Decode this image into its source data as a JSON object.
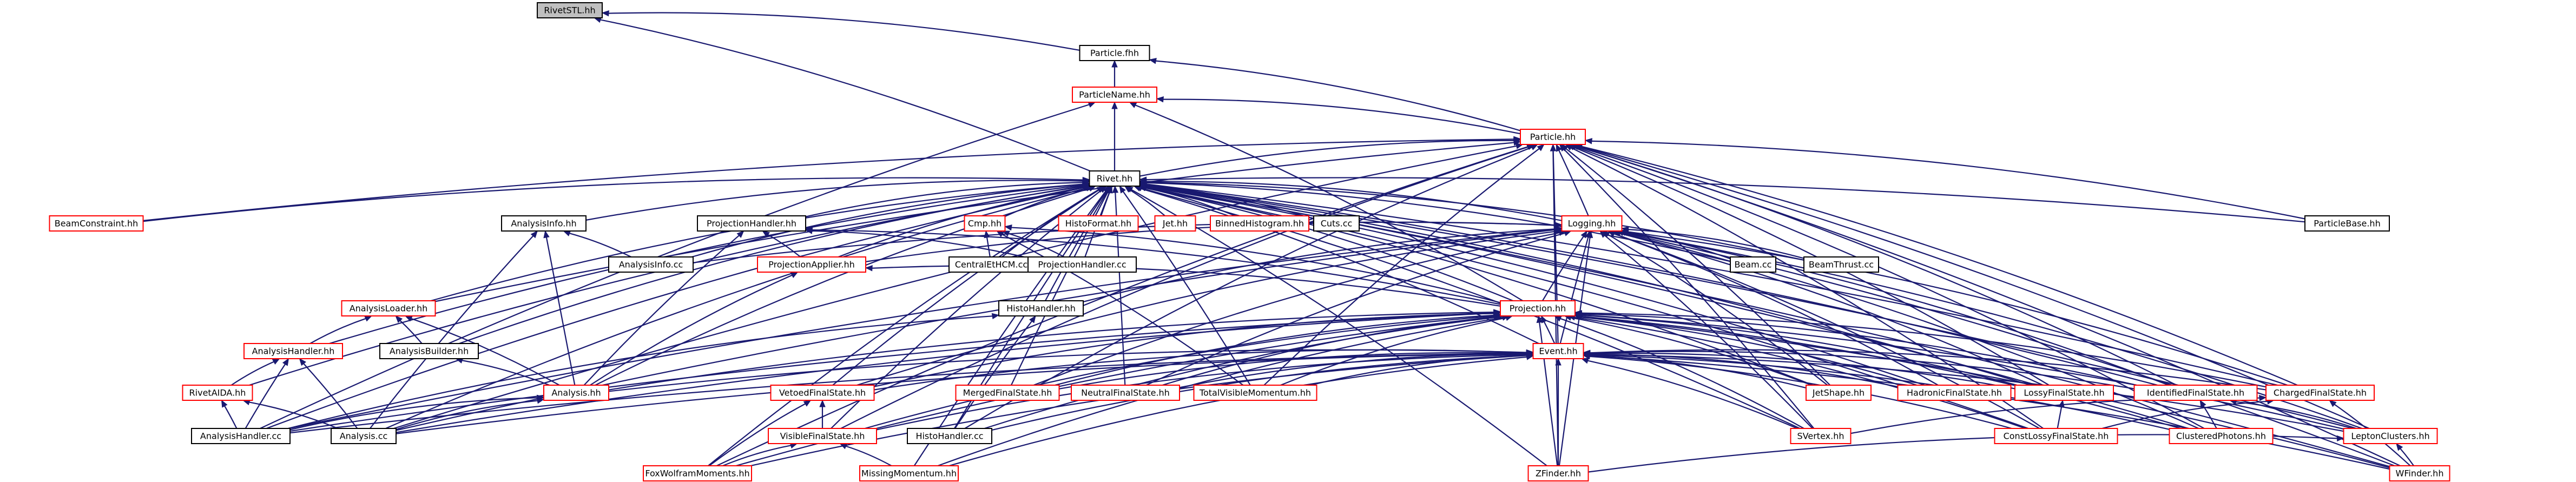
{
  "diagram": {
    "nodes": [
      {
        "id": "RivetSTL",
        "label": "RivetSTL.hh",
        "style": "grey"
      },
      {
        "id": "Particle_fhh",
        "label": "Particle.fhh",
        "style": "black"
      },
      {
        "id": "ParticleName",
        "label": "ParticleName.hh",
        "style": "red"
      },
      {
        "id": "Particle",
        "label": "Particle.hh",
        "style": "red"
      },
      {
        "id": "Rivet",
        "label": "Rivet.hh",
        "style": "black"
      },
      {
        "id": "BeamConstraint",
        "label": "BeamConstraint.hh",
        "style": "red"
      },
      {
        "id": "AnalysisInfo_hh",
        "label": "AnalysisInfo.hh",
        "style": "black"
      },
      {
        "id": "ProjectionHandler",
        "label": "ProjectionHandler.hh",
        "style": "black"
      },
      {
        "id": "Cmp",
        "label": "Cmp.hh",
        "style": "red"
      },
      {
        "id": "HistoFormat",
        "label": "HistoFormat.hh",
        "style": "red"
      },
      {
        "id": "Jet",
        "label": "Jet.hh",
        "style": "red"
      },
      {
        "id": "BinnedHistogram",
        "label": "BinnedHistogram.hh",
        "style": "red"
      },
      {
        "id": "Cuts",
        "label": "Cuts.cc",
        "style": "black"
      },
      {
        "id": "Logging",
        "label": "Logging.hh",
        "style": "red"
      },
      {
        "id": "ParticleBase",
        "label": "ParticleBase.hh",
        "style": "black"
      },
      {
        "id": "AnalysisInfo_cc",
        "label": "AnalysisInfo.cc",
        "style": "black"
      },
      {
        "id": "ProjectionApplier",
        "label": "ProjectionApplier.hh",
        "style": "red"
      },
      {
        "id": "CentralEtHCM",
        "label": "CentralEtHCM.cc",
        "style": "black"
      },
      {
        "id": "ProjectionHandler_cc",
        "label": "ProjectionHandler.cc",
        "style": "black"
      },
      {
        "id": "Beam",
        "label": "Beam.cc",
        "style": "black"
      },
      {
        "id": "BeamThrust",
        "label": "BeamThrust.cc",
        "style": "black"
      },
      {
        "id": "AnalysisLoader",
        "label": "AnalysisLoader.hh",
        "style": "red"
      },
      {
        "id": "HistoHandler_hh",
        "label": "HistoHandler.hh",
        "style": "black"
      },
      {
        "id": "Projection",
        "label": "Projection.hh",
        "style": "red"
      },
      {
        "id": "AnalysisHandler_hh",
        "label": "AnalysisHandler.hh",
        "style": "red"
      },
      {
        "id": "AnalysisBuilder",
        "label": "AnalysisBuilder.hh",
        "style": "black"
      },
      {
        "id": "Event",
        "label": "Event.hh",
        "style": "red"
      },
      {
        "id": "RivetAIDA",
        "label": "RivetAIDA.hh",
        "style": "red"
      },
      {
        "id": "Analysis_hh",
        "label": "Analysis.hh",
        "style": "red"
      },
      {
        "id": "VetoedFinalState",
        "label": "VetoedFinalState.hh",
        "style": "red"
      },
      {
        "id": "MergedFinalState",
        "label": "MergedFinalState.hh",
        "style": "red"
      },
      {
        "id": "NeutralFinalState",
        "label": "NeutralFinalState.hh",
        "style": "red"
      },
      {
        "id": "TotalVisibleMomentum",
        "label": "TotalVisibleMomentum.hh",
        "style": "red"
      },
      {
        "id": "JetShape",
        "label": "JetShape.hh",
        "style": "red"
      },
      {
        "id": "HadronicFinalState",
        "label": "HadronicFinalState.hh",
        "style": "red"
      },
      {
        "id": "LossyFinalState",
        "label": "LossyFinalState.hh",
        "style": "red"
      },
      {
        "id": "IdentifiedFinalState",
        "label": "IdentifiedFinalState.hh",
        "style": "red"
      },
      {
        "id": "ChargedFinalState",
        "label": "ChargedFinalState.hh",
        "style": "red"
      },
      {
        "id": "AnalysisHandler_cc",
        "label": "AnalysisHandler.cc",
        "style": "black"
      },
      {
        "id": "Analysis_cc",
        "label": "Analysis.cc",
        "style": "black"
      },
      {
        "id": "VisibleFinalState",
        "label": "VisibleFinalState.hh",
        "style": "red"
      },
      {
        "id": "HistoHandler_cc",
        "label": "HistoHandler.cc",
        "style": "black"
      },
      {
        "id": "SVertex",
        "label": "SVertex.hh",
        "style": "red"
      },
      {
        "id": "ConstLossyFinalState",
        "label": "ConstLossyFinalState.hh",
        "style": "red"
      },
      {
        "id": "ClusteredPhotons",
        "label": "ClusteredPhotons.hh",
        "style": "red"
      },
      {
        "id": "LeptonClusters",
        "label": "LeptonClusters.hh",
        "style": "red"
      },
      {
        "id": "FoxWolframMoments",
        "label": "FoxWolframMoments.hh",
        "style": "red"
      },
      {
        "id": "MissingMomentum",
        "label": "MissingMomentum.hh",
        "style": "red"
      },
      {
        "id": "ZFinder",
        "label": "ZFinder.hh",
        "style": "red"
      },
      {
        "id": "WFinder",
        "label": "WFinder.hh",
        "style": "red"
      }
    ],
    "edges": [
      [
        "Rivet",
        "RivetSTL"
      ],
      [
        "Particle_fhh",
        "RivetSTL"
      ],
      [
        "ParticleName",
        "Particle_fhh"
      ],
      [
        "Particle",
        "Particle_fhh"
      ],
      [
        "Particle",
        "ParticleName"
      ],
      [
        "Rivet",
        "ParticleName"
      ],
      [
        "Projection",
        "ParticleName"
      ],
      [
        "AnalysisHandler_cc",
        "ParticleName"
      ],
      [
        "Rivet",
        "Particle"
      ],
      [
        "BeamConstraint",
        "Particle"
      ],
      [
        "Logging",
        "Particle"
      ],
      [
        "ParticleBase",
        "Particle"
      ],
      [
        "Event",
        "Particle"
      ],
      [
        "Analysis_cc",
        "Particle"
      ],
      [
        "HistoHandler_cc",
        "Particle"
      ],
      [
        "FoxWolframMoments",
        "Particle"
      ],
      [
        "ZFinder",
        "Particle"
      ],
      [
        "WFinder",
        "Particle"
      ],
      [
        "LeptonClusters",
        "Particle"
      ],
      [
        "ClusteredPhotons",
        "Particle"
      ],
      [
        "ConstLossyFinalState",
        "Particle"
      ],
      [
        "SVertex",
        "Particle"
      ],
      [
        "ChargedFinalState",
        "Particle"
      ],
      [
        "IdentifiedFinalState",
        "Particle"
      ],
      [
        "LossyFinalState",
        "Particle"
      ],
      [
        "JetShape",
        "Particle"
      ],
      [
        "TotalVisibleMomentum",
        "Particle"
      ],
      [
        "VisibleFinalState",
        "Particle"
      ],
      [
        "AnalysisLoader",
        "Particle"
      ],
      [
        "BeamConstraint",
        "Rivet"
      ],
      [
        "AnalysisInfo_hh",
        "Rivet"
      ],
      [
        "ProjectionHandler",
        "Rivet"
      ],
      [
        "Cmp",
        "Rivet"
      ],
      [
        "HistoFormat",
        "Rivet"
      ],
      [
        "Jet",
        "Rivet"
      ],
      [
        "BinnedHistogram",
        "Rivet"
      ],
      [
        "Cuts",
        "Rivet"
      ],
      [
        "Logging",
        "Rivet"
      ],
      [
        "ParticleBase",
        "Rivet"
      ],
      [
        "AnalysisInfo_cc",
        "Rivet"
      ],
      [
        "ProjectionApplier",
        "Rivet"
      ],
      [
        "CentralEtHCM",
        "Rivet"
      ],
      [
        "ProjectionHandler_cc",
        "Rivet"
      ],
      [
        "Beam",
        "Rivet"
      ],
      [
        "BeamThrust",
        "Rivet"
      ],
      [
        "AnalysisLoader",
        "Rivet"
      ],
      [
        "HistoHandler_hh",
        "Rivet"
      ],
      [
        "Projection",
        "Rivet"
      ],
      [
        "AnalysisHandler_hh",
        "Rivet"
      ],
      [
        "AnalysisBuilder",
        "Rivet"
      ],
      [
        "Event",
        "Rivet"
      ],
      [
        "RivetAIDA",
        "Rivet"
      ],
      [
        "Analysis_hh",
        "Rivet"
      ],
      [
        "VetoedFinalState",
        "Rivet"
      ],
      [
        "MergedFinalState",
        "Rivet"
      ],
      [
        "NeutralFinalState",
        "Rivet"
      ],
      [
        "TotalVisibleMomentum",
        "Rivet"
      ],
      [
        "JetShape",
        "Rivet"
      ],
      [
        "HadronicFinalState",
        "Rivet"
      ],
      [
        "LossyFinalState",
        "Rivet"
      ],
      [
        "IdentifiedFinalState",
        "Rivet"
      ],
      [
        "ChargedFinalState",
        "Rivet"
      ],
      [
        "AnalysisHandler_cc",
        "Rivet"
      ],
      [
        "Analysis_cc",
        "Rivet"
      ],
      [
        "VisibleFinalState",
        "Rivet"
      ],
      [
        "HistoHandler_cc",
        "Rivet"
      ],
      [
        "SVertex",
        "Rivet"
      ],
      [
        "ConstLossyFinalState",
        "Rivet"
      ],
      [
        "ClusteredPhotons",
        "Rivet"
      ],
      [
        "LeptonClusters",
        "Rivet"
      ],
      [
        "FoxWolframMoments",
        "Rivet"
      ],
      [
        "MissingMomentum",
        "Rivet"
      ],
      [
        "ZFinder",
        "Rivet"
      ],
      [
        "WFinder",
        "Rivet"
      ],
      [
        "AnalysisInfo_cc",
        "AnalysisInfo_hh"
      ],
      [
        "Analysis_hh",
        "AnalysisInfo_hh"
      ],
      [
        "Analysis_cc",
        "AnalysisInfo_hh"
      ],
      [
        "ProjectionApplier",
        "ProjectionHandler"
      ],
      [
        "ProjectionHandler_cc",
        "ProjectionHandler"
      ],
      [
        "Analysis_hh",
        "ProjectionHandler"
      ],
      [
        "Projection",
        "ProjectionHandler"
      ],
      [
        "CentralEtHCM",
        "Cmp"
      ],
      [
        "ProjectionHandler_cc",
        "Cmp"
      ],
      [
        "Projection",
        "Cmp"
      ],
      [
        "TotalVisibleMomentum",
        "Cmp"
      ],
      [
        "ProjectionApplier",
        "Logging"
      ],
      [
        "AnalysisInfo_cc",
        "Logging"
      ],
      [
        "Beam",
        "Logging"
      ],
      [
        "BeamThrust",
        "Logging"
      ],
      [
        "HistoHandler_hh",
        "Logging"
      ],
      [
        "Projection",
        "Logging"
      ],
      [
        "Event",
        "Logging"
      ],
      [
        "VetoedFinalState",
        "Logging"
      ],
      [
        "MergedFinalState",
        "Logging"
      ],
      [
        "NeutralFinalState",
        "Logging"
      ],
      [
        "JetShape",
        "Logging"
      ],
      [
        "HadronicFinalState",
        "Logging"
      ],
      [
        "LossyFinalState",
        "Logging"
      ],
      [
        "IdentifiedFinalState",
        "Logging"
      ],
      [
        "ChargedFinalState",
        "Logging"
      ],
      [
        "SVertex",
        "Logging"
      ],
      [
        "ConstLossyFinalState",
        "Logging"
      ],
      [
        "ClusteredPhotons",
        "Logging"
      ],
      [
        "LeptonClusters",
        "Logging"
      ],
      [
        "ZFinder",
        "Logging"
      ],
      [
        "WFinder",
        "Logging"
      ],
      [
        "AnalysisHandler_cc",
        "Logging"
      ],
      [
        "Analysis_cc",
        "Logging"
      ],
      [
        "Projection",
        "ProjectionApplier"
      ],
      [
        "Analysis_hh",
        "ProjectionApplier"
      ],
      [
        "AnalysisHandler_hh",
        "AnalysisLoader"
      ],
      [
        "AnalysisBuilder",
        "AnalysisLoader"
      ],
      [
        "Analysis_hh",
        "AnalysisLoader"
      ],
      [
        "AnalysisHandler_cc",
        "HistoHandler_hh"
      ],
      [
        "HistoHandler_cc",
        "HistoHandler_hh"
      ],
      [
        "Event",
        "Projection"
      ],
      [
        "Analysis_hh",
        "Projection"
      ],
      [
        "VetoedFinalState",
        "Projection"
      ],
      [
        "MergedFinalState",
        "Projection"
      ],
      [
        "NeutralFinalState",
        "Projection"
      ],
      [
        "TotalVisibleMomentum",
        "Projection"
      ],
      [
        "JetShape",
        "Projection"
      ],
      [
        "HadronicFinalState",
        "Projection"
      ],
      [
        "LossyFinalState",
        "Projection"
      ],
      [
        "IdentifiedFinalState",
        "Projection"
      ],
      [
        "ChargedFinalState",
        "Projection"
      ],
      [
        "VisibleFinalState",
        "Projection"
      ],
      [
        "SVertex",
        "Projection"
      ],
      [
        "ConstLossyFinalState",
        "Projection"
      ],
      [
        "ClusteredPhotons",
        "Projection"
      ],
      [
        "LeptonClusters",
        "Projection"
      ],
      [
        "FoxWolframMoments",
        "Projection"
      ],
      [
        "MissingMomentum",
        "Projection"
      ],
      [
        "ZFinder",
        "Projection"
      ],
      [
        "WFinder",
        "Projection"
      ],
      [
        "AnalysisHandler_cc",
        "Projection"
      ],
      [
        "Analysis_cc",
        "Projection"
      ],
      [
        "HistoHandler_cc",
        "Projection"
      ],
      [
        "RivetAIDA",
        "AnalysisHandler_hh"
      ],
      [
        "AnalysisHandler_cc",
        "AnalysisHandler_hh"
      ],
      [
        "Analysis_cc",
        "AnalysisHandler_hh"
      ],
      [
        "Analysis_hh",
        "AnalysisBuilder"
      ],
      [
        "Analysis_hh",
        "Event"
      ],
      [
        "VetoedFinalState",
        "Event"
      ],
      [
        "MergedFinalState",
        "Event"
      ],
      [
        "NeutralFinalState",
        "Event"
      ],
      [
        "TotalVisibleMomentum",
        "Event"
      ],
      [
        "JetShape",
        "Event"
      ],
      [
        "HadronicFinalState",
        "Event"
      ],
      [
        "LossyFinalState",
        "Event"
      ],
      [
        "IdentifiedFinalState",
        "Event"
      ],
      [
        "ChargedFinalState",
        "Event"
      ],
      [
        "VisibleFinalState",
        "Event"
      ],
      [
        "SVertex",
        "Event"
      ],
      [
        "ConstLossyFinalState",
        "Event"
      ],
      [
        "ClusteredPhotons",
        "Event"
      ],
      [
        "LeptonClusters",
        "Event"
      ],
      [
        "FoxWolframMoments",
        "Event"
      ],
      [
        "MissingMomentum",
        "Event"
      ],
      [
        "ZFinder",
        "Event"
      ],
      [
        "WFinder",
        "Event"
      ],
      [
        "AnalysisHandler_cc",
        "Event"
      ],
      [
        "Analysis_cc",
        "Event"
      ],
      [
        "HistoHandler_cc",
        "Event"
      ],
      [
        "AnalysisHandler_cc",
        "RivetAIDA"
      ],
      [
        "Analysis_cc",
        "RivetAIDA"
      ],
      [
        "AnalysisHandler_cc",
        "Analysis_hh"
      ],
      [
        "Analysis_cc",
        "Analysis_hh"
      ],
      [
        "VisibleFinalState",
        "VetoedFinalState"
      ],
      [
        "FoxWolframMoments",
        "VetoedFinalState"
      ],
      [
        "FoxWolframMoments",
        "VisibleFinalState"
      ],
      [
        "MissingMomentum",
        "VisibleFinalState"
      ],
      [
        "ConstLossyFinalState",
        "LossyFinalState"
      ],
      [
        "ClusteredPhotons",
        "IdentifiedFinalState"
      ],
      [
        "LeptonClusters",
        "IdentifiedFinalState"
      ],
      [
        "SVertex",
        "ChargedFinalState"
      ],
      [
        "WFinder",
        "ChargedFinalState"
      ],
      [
        "ConstLossyFinalState",
        "ChargedFinalState"
      ],
      [
        "ZFinder",
        "LeptonClusters"
      ],
      [
        "WFinder",
        "LeptonClusters"
      ]
    ]
  }
}
